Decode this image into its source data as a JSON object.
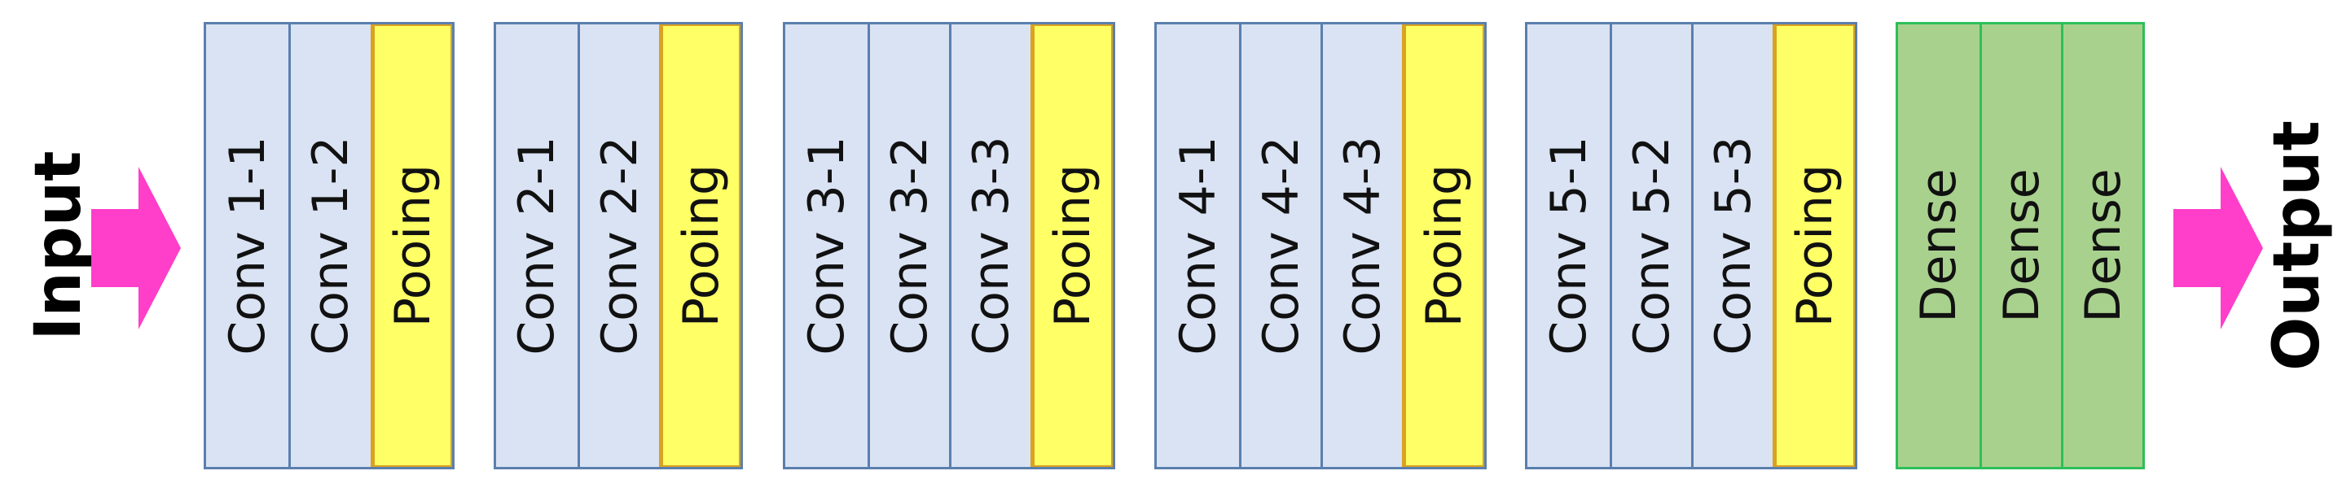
{
  "diagram": {
    "input_label": "Input",
    "output_label": "Output",
    "colors": {
      "conv_fill": "#dae3f3",
      "conv_border": "#5a7fad",
      "pool_fill": "#ffff66",
      "pool_border": "#d9a21f",
      "dense_fill": "#a9d18e",
      "dense_border": "#2ebf5a",
      "arrow": "#ff3ec9"
    },
    "blocks": [
      {
        "name": "block-1",
        "kind": "conv",
        "layers": [
          {
            "label": "Conv 1-1",
            "type": "conv"
          },
          {
            "label": "Conv 1-2",
            "type": "conv"
          },
          {
            "label": "Pooing",
            "type": "pool"
          }
        ]
      },
      {
        "name": "block-2",
        "kind": "conv",
        "layers": [
          {
            "label": "Conv 2-1",
            "type": "conv"
          },
          {
            "label": "Conv 2-2",
            "type": "conv"
          },
          {
            "label": "Pooing",
            "type": "pool"
          }
        ]
      },
      {
        "name": "block-3",
        "kind": "conv",
        "layers": [
          {
            "label": "Conv 3-1",
            "type": "conv"
          },
          {
            "label": "Conv 3-2",
            "type": "conv"
          },
          {
            "label": "Conv 3-3",
            "type": "conv"
          },
          {
            "label": "Pooing",
            "type": "pool"
          }
        ]
      },
      {
        "name": "block-4",
        "kind": "conv",
        "layers": [
          {
            "label": "Conv 4-1",
            "type": "conv"
          },
          {
            "label": "Conv 4-2",
            "type": "conv"
          },
          {
            "label": "Conv 4-3",
            "type": "conv"
          },
          {
            "label": "Pooing",
            "type": "pool"
          }
        ]
      },
      {
        "name": "block-5",
        "kind": "conv",
        "layers": [
          {
            "label": "Conv 5-1",
            "type": "conv"
          },
          {
            "label": "Conv 5-2",
            "type": "conv"
          },
          {
            "label": "Conv 5-3",
            "type": "conv"
          },
          {
            "label": "Pooing",
            "type": "pool"
          }
        ]
      },
      {
        "name": "dense-block",
        "kind": "dense",
        "layers": [
          {
            "label": "Dense",
            "type": "dense"
          },
          {
            "label": "Dense",
            "type": "dense"
          },
          {
            "label": "Dense",
            "type": "dense"
          }
        ]
      }
    ]
  }
}
